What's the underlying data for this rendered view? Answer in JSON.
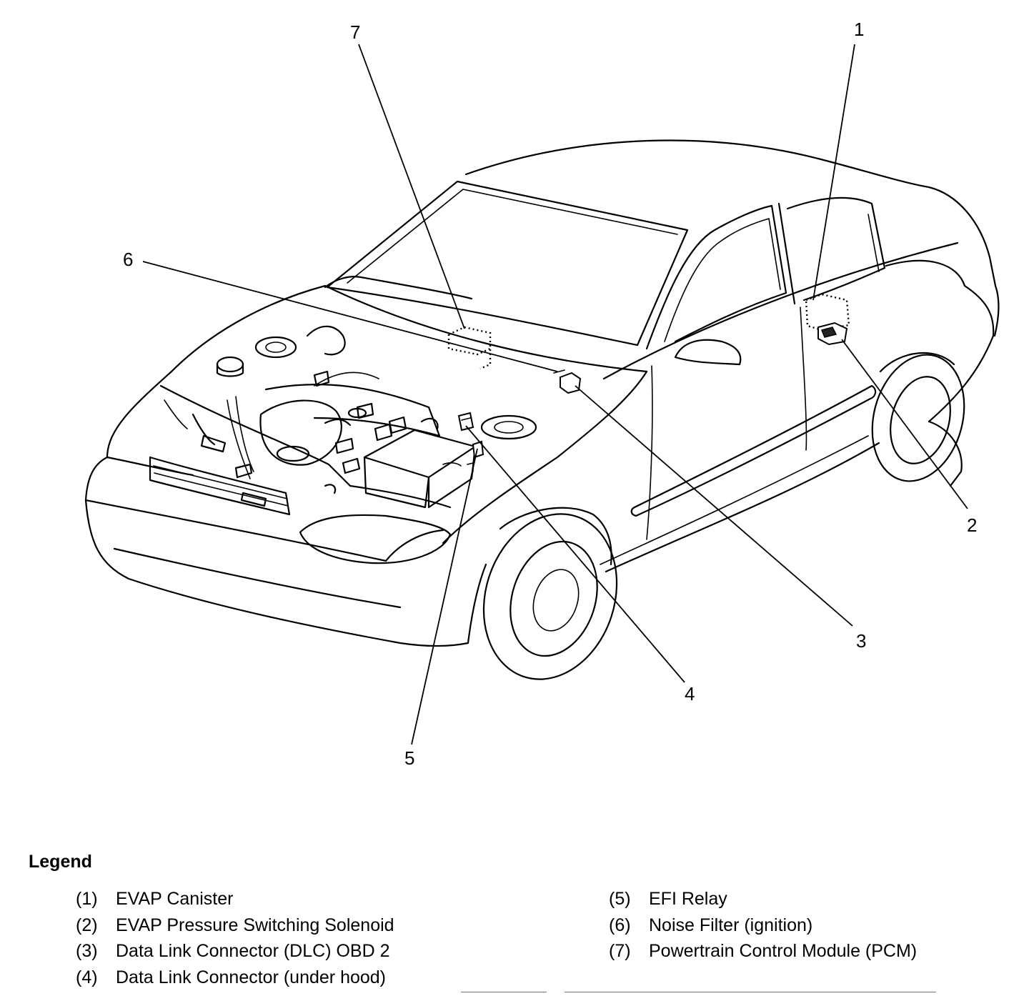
{
  "diagram": {
    "callouts": [
      {
        "id": "1",
        "text": "1"
      },
      {
        "id": "2",
        "text": "2"
      },
      {
        "id": "3",
        "text": "3"
      },
      {
        "id": "4",
        "text": "4"
      },
      {
        "id": "5",
        "text": "5"
      },
      {
        "id": "6",
        "text": "6"
      },
      {
        "id": "7",
        "text": "7"
      }
    ]
  },
  "legend": {
    "title": "Legend",
    "left": [
      {
        "num": "(1)",
        "label": "EVAP Canister"
      },
      {
        "num": "(2)",
        "label": "EVAP Pressure Switching Solenoid"
      },
      {
        "num": "(3)",
        "label": "Data Link Connector (DLC) OBD 2"
      },
      {
        "num": "(4)",
        "label": "Data Link Connector (under hood)"
      }
    ],
    "right": [
      {
        "num": "(5)",
        "label": "EFI Relay"
      },
      {
        "num": "(6)",
        "label": "Noise Filter (ignition)"
      },
      {
        "num": "(7)",
        "label": "Powertrain Control Module (PCM)"
      }
    ]
  }
}
